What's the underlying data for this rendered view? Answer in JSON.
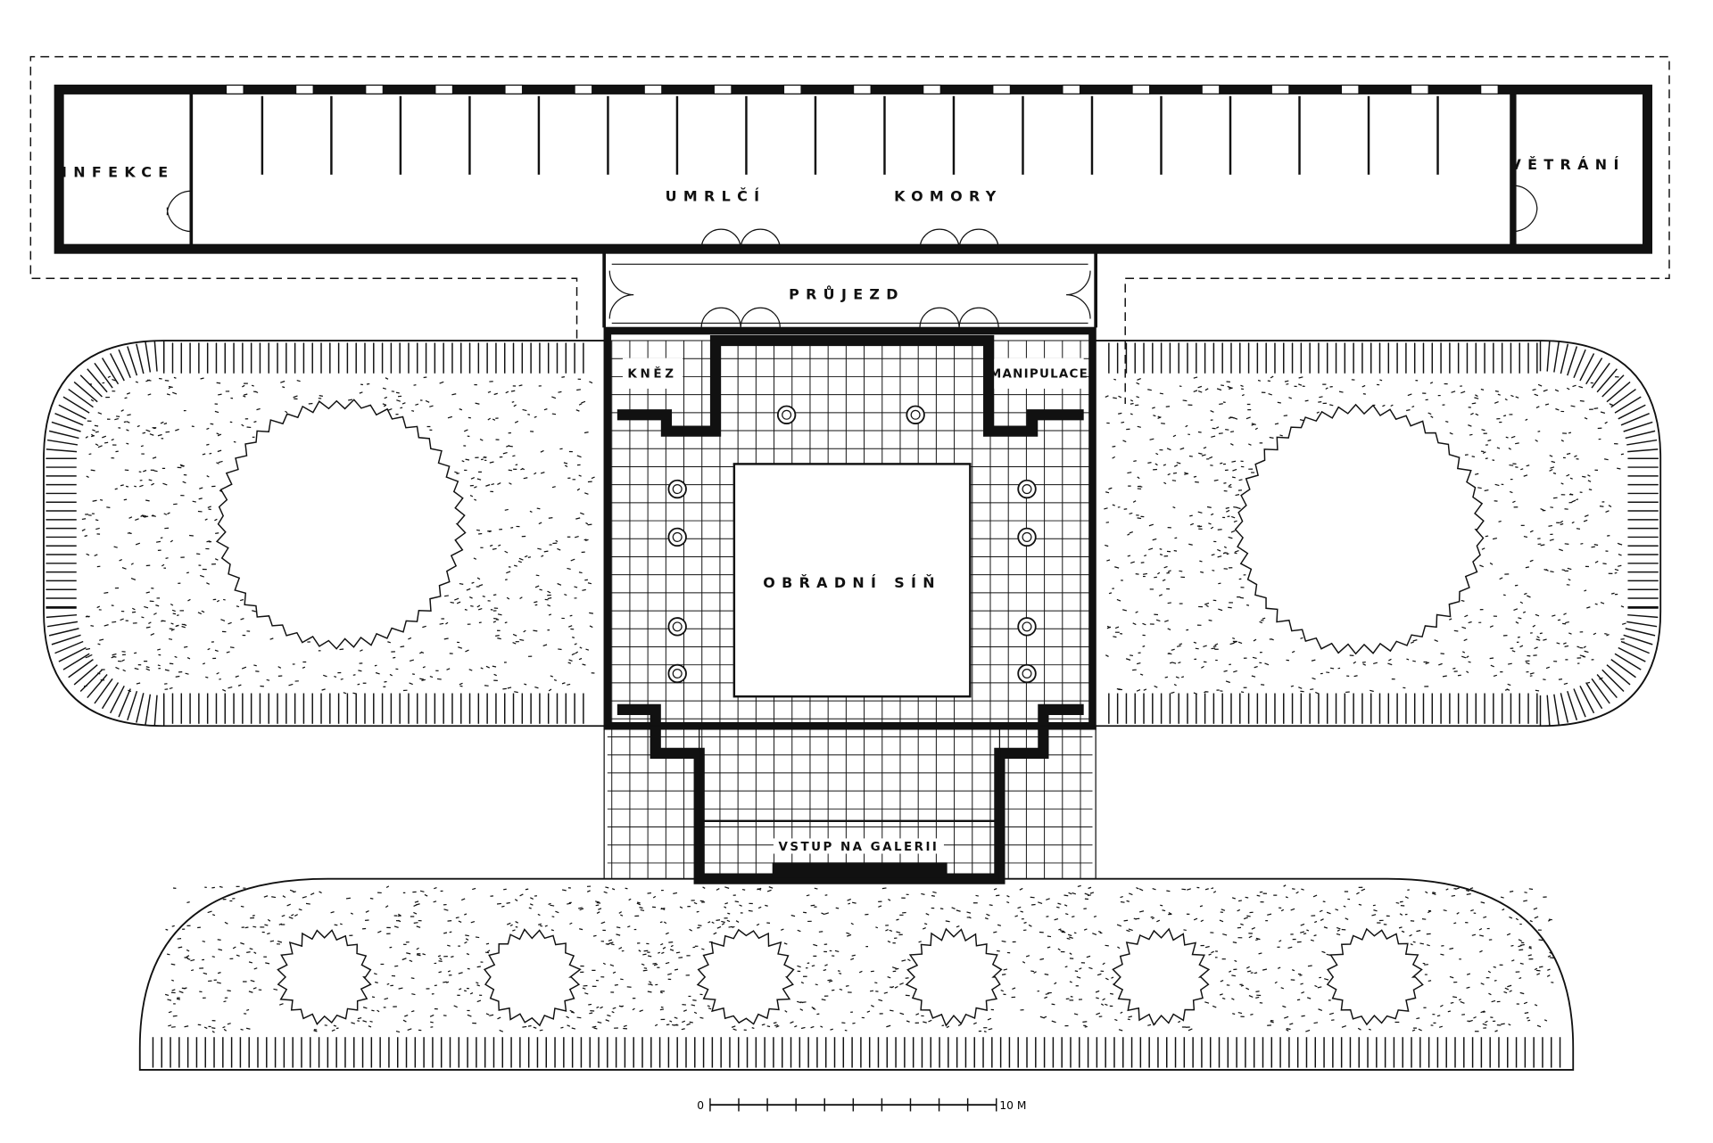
{
  "title": "Floor plan – ceremonial hall with mortuary chambers",
  "rooms": {
    "infection": "INFEKCE",
    "mortuary_1": "UMRLČÍ",
    "mortuary_2": "KOMORY",
    "ventilation": "VĚTRÁNÍ",
    "passage": "PRŮJEZD",
    "priest": "KNĚZ",
    "handling": "MANIPULACE",
    "ceremonial_hall": "OBŘADNÍ SÍŇ",
    "gallery_entrance": "VSTUP NA GALERII"
  },
  "scale_bar": {
    "start": "0",
    "end": "10 M",
    "divisions": 10
  },
  "colors": {
    "ink": "#111111",
    "paper": "#ffffff"
  }
}
